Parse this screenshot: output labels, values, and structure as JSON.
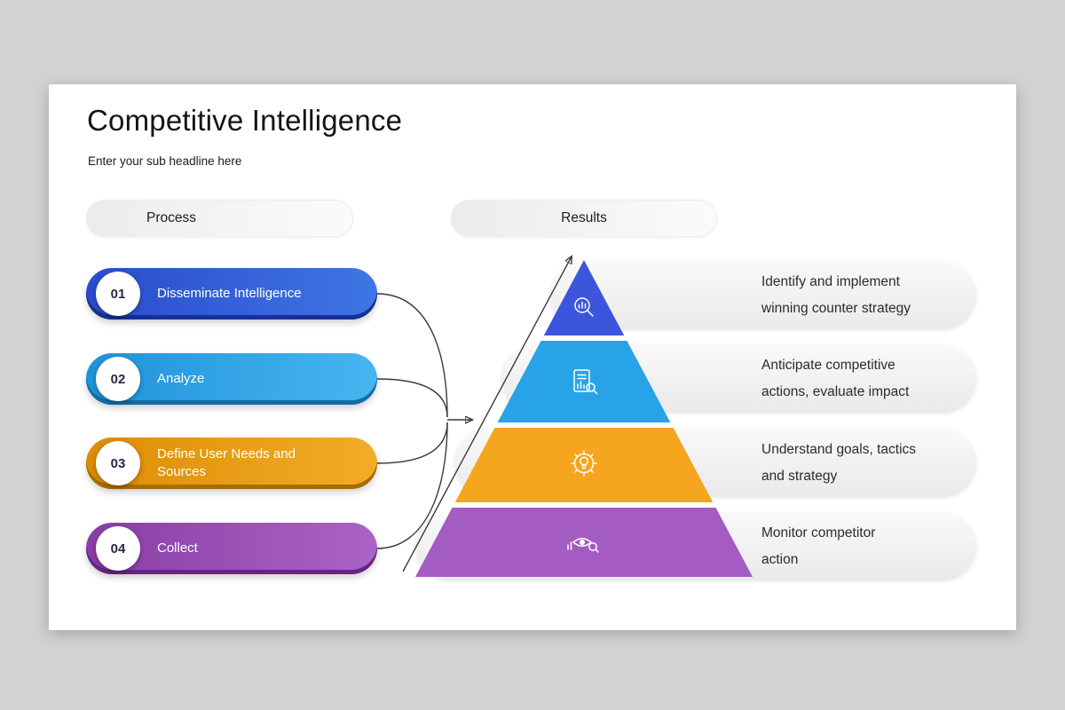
{
  "colors": {
    "page_background": "#d2d2d2",
    "card_background": "#ffffff"
  },
  "header": {
    "title": "Competitive Intelligence",
    "subtitle": "Enter your sub headline here"
  },
  "column_headers": {
    "process": "Process",
    "results": "Results"
  },
  "process_steps": [
    {
      "number": "01",
      "label": "Disseminate Intelligence",
      "color_left": "#2a4ccc",
      "color_right": "#3f75e4",
      "edge": "#17318f"
    },
    {
      "number": "02",
      "label": "Analyze",
      "color_left": "#1f93da",
      "color_right": "#47b5f0",
      "edge": "#0f6ea8"
    },
    {
      "number": "03",
      "label": "Define User Needs and Sources",
      "color_left": "#dd8d02",
      "color_right": "#f3ac28",
      "edge": "#a86b00"
    },
    {
      "number": "04",
      "label": "Collect",
      "color_left": "#8a3da6",
      "color_right": "#ab63c6",
      "edge": "#662680"
    }
  ],
  "pyramid_levels": [
    {
      "icon": "magnifier-gear-icon",
      "color": "#3c55dc"
    },
    {
      "icon": "document-analysis-icon",
      "color": "#29a3e8"
    },
    {
      "icon": "gear-lightbulb-icon",
      "color": "#f6a51e"
    },
    {
      "icon": "eye-monitoring-icon",
      "color": "#a55cc2"
    }
  ],
  "results": [
    {
      "lines": [
        "Identify and implement",
        "winning counter strategy"
      ]
    },
    {
      "lines": [
        "Anticipate competitive",
        "actions, evaluate impact"
      ]
    },
    {
      "lines": [
        "Understand goals, tactics",
        "and strategy"
      ]
    },
    {
      "lines": [
        "Monitor competitor",
        "action"
      ]
    }
  ]
}
